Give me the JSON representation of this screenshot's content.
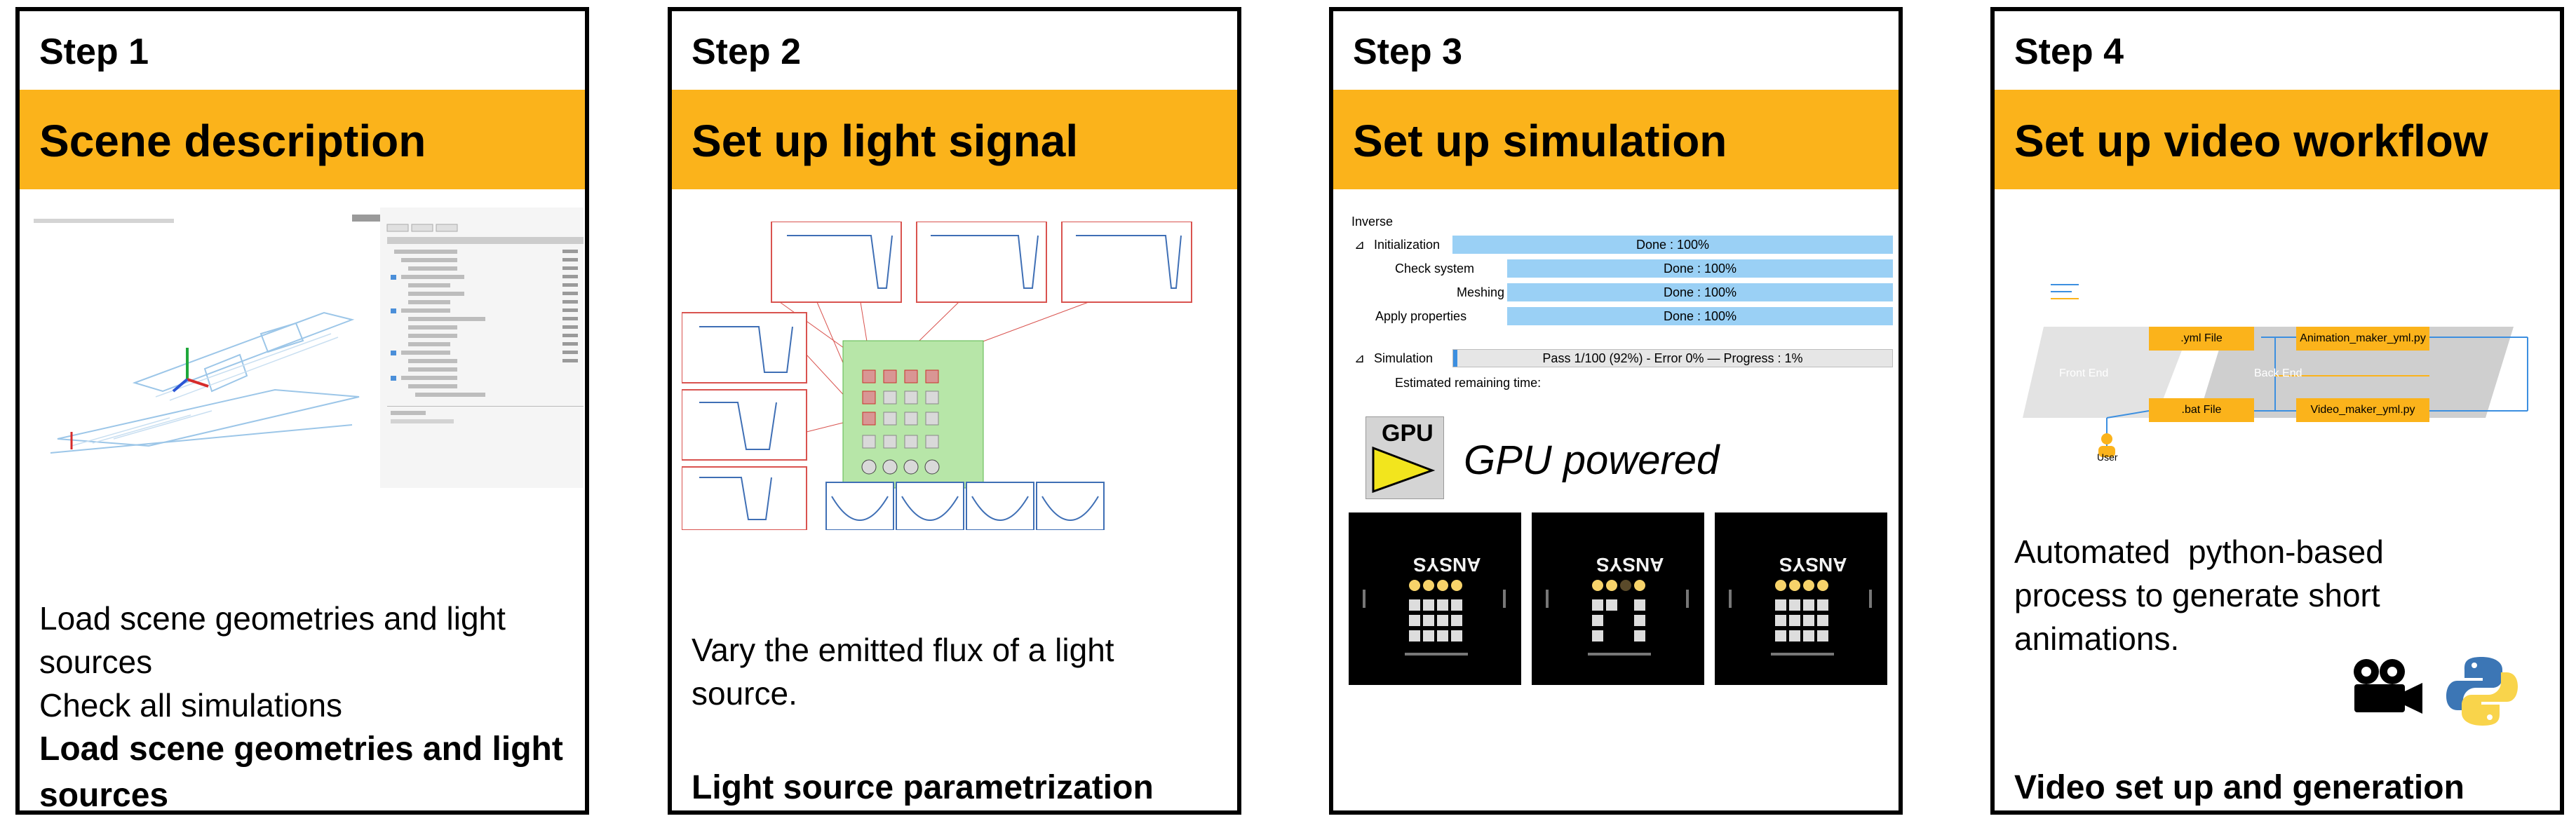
{
  "steps": [
    {
      "step": "Step 1",
      "title": "Scene description",
      "description": [
        "Load scene geometries and light sources",
        "Check all simulations"
      ],
      "footer": "Load scene geometries and light sources"
    },
    {
      "step": "Step 2",
      "title": "Set up light signal",
      "description": [
        "Vary the emitted flux of a light source."
      ],
      "footer": "Light source parametrization"
    },
    {
      "step": "Step 3",
      "title": "Set up simulation",
      "panel": {
        "header": "Inverse",
        "rows": [
          {
            "label": "Initialization",
            "status": "Done : 100%"
          },
          {
            "label": "Check system",
            "status": "Done : 100%"
          },
          {
            "label": "Meshing",
            "status": "Done : 100%"
          },
          {
            "label": "Apply properties",
            "status": "Done : 100%"
          }
        ],
        "simulation_label": "Simulation",
        "simulation_status": "Pass 1/100 (92%) - Error 0% — Progress : 1%",
        "simulation_progress": 0.01,
        "remaining": "Estimated remaining time:"
      },
      "gpu_badge": "GPU",
      "gpu_text": "GPU powered",
      "thumbnail_logo": "ANSYS"
    },
    {
      "step": "Step 4",
      "title": "Set up video workflow",
      "workflow": {
        "front_end": "Front End",
        "back_end": "Back End",
        "yml_file": ".yml File",
        "bat_file": ".bat File",
        "script_1": "Animation_maker_yml.py",
        "script_2": "Video_maker_yml.py",
        "user": "User"
      },
      "description": [
        "Automated  python-based",
        "process to generate short",
        "animations."
      ],
      "footer": "Video set up and generation"
    }
  ],
  "colors": {
    "band": "#fbb31b",
    "progress": "#9ad0f5",
    "workflow_orange": "#fbb31b"
  },
  "icons": {
    "step1_image": "scene-3d-screenshot",
    "step2_image": "signal-plot-matrix",
    "step4_icons": [
      "movie-camera-icon",
      "python-logo-icon"
    ]
  }
}
